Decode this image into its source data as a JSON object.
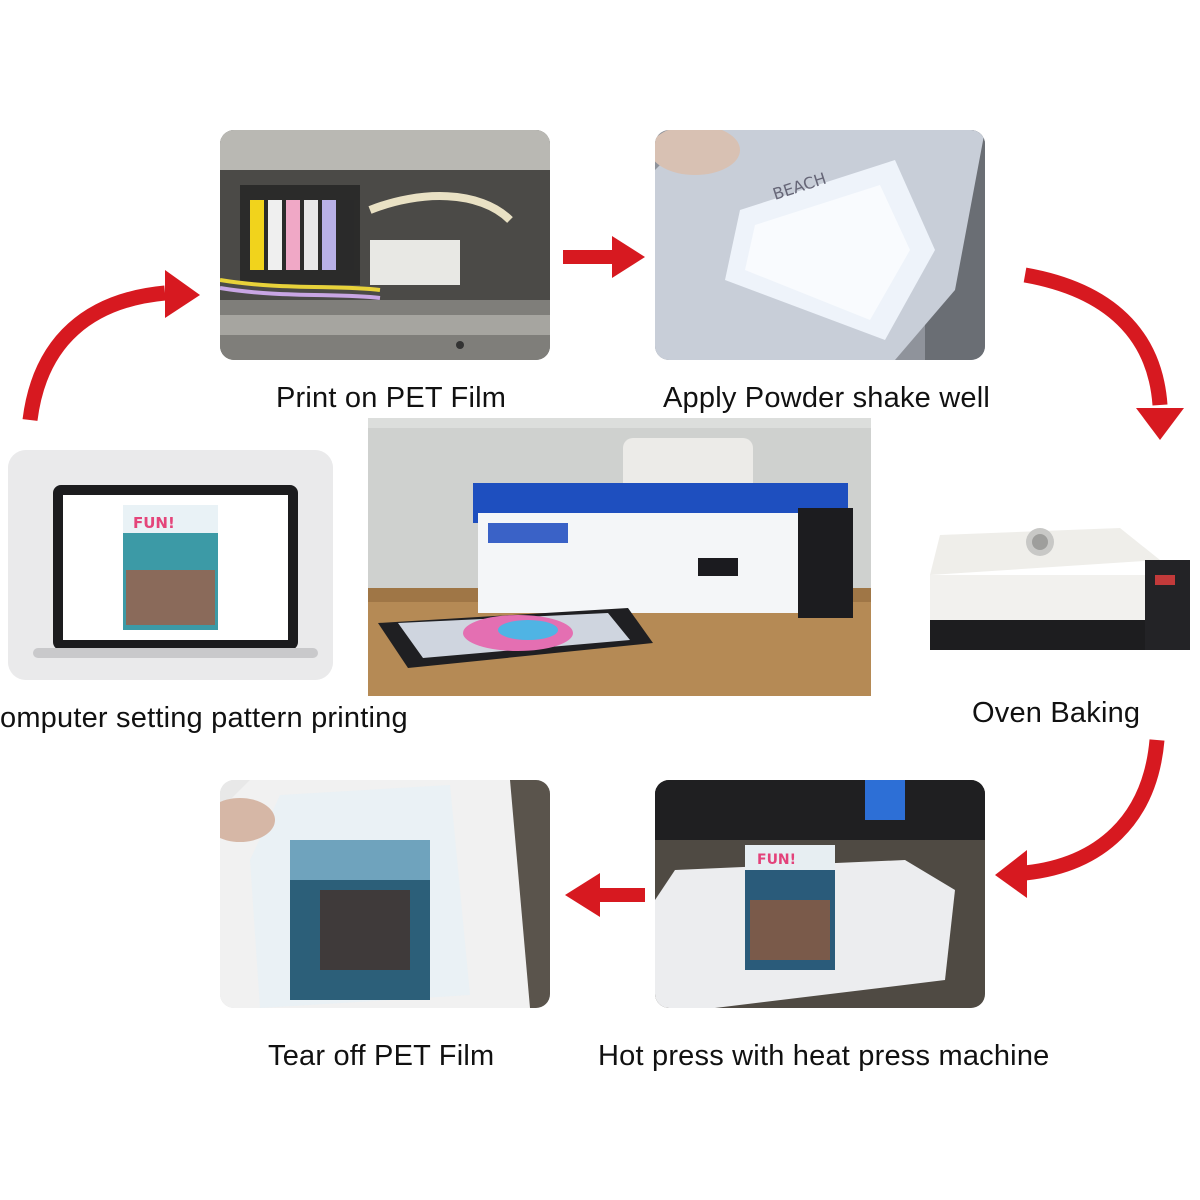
{
  "steps": {
    "computer": "omputer setting pattern printing",
    "print": "Print on PET Film",
    "powder": "Apply Powder shake well",
    "oven": "Oven Baking",
    "press": "Hot press with heat press machine",
    "tear": "Tear off PET Film"
  },
  "arrow_color": "#d71920",
  "icons": [
    "laptop-photo",
    "printhead-photo",
    "powder-film-photo",
    "dtf-printer-photo",
    "oven-photo",
    "heat-press-photo",
    "peel-film-photo"
  ]
}
